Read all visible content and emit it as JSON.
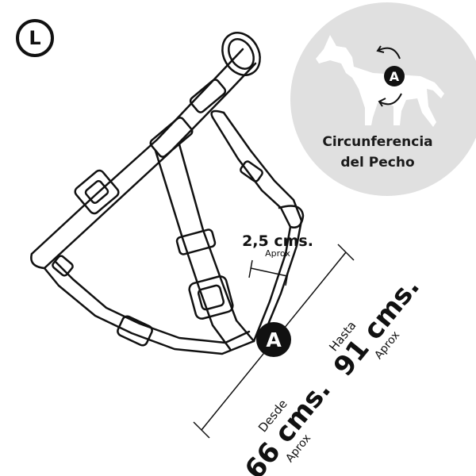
{
  "size_label": "L",
  "marker_letter": "A",
  "chest_caption": {
    "line1": "Circunferencia",
    "line2": "del Pecho"
  },
  "strap_width": {
    "value": "2,5 cms.",
    "note": "Aprox"
  },
  "measure_min": {
    "prefix": "Desde",
    "value": "66 cms.",
    "note": "Aprox"
  },
  "measure_max": {
    "prefix": "Hasta",
    "value": "91 cms.",
    "note": "Aprox"
  },
  "colors": {
    "ink": "#111111",
    "circle_bg": "#e0e0e0",
    "white": "#ffffff"
  },
  "icons": [
    "dog-silhouette-icon",
    "rotate-arrows-icon",
    "harness-illustration"
  ]
}
